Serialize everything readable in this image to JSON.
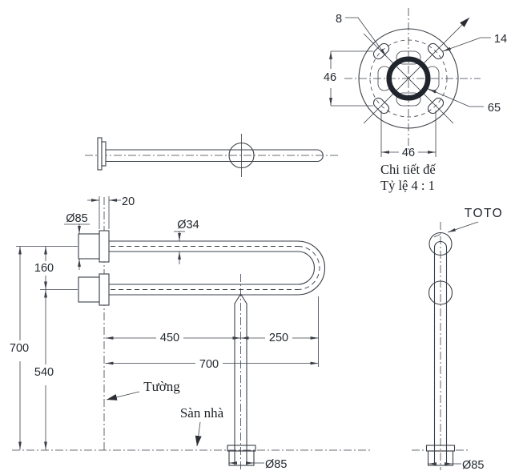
{
  "colors": {
    "line": "#3a3f47",
    "ring": "#20242c",
    "background": "#ffffff",
    "text": "#23272e"
  },
  "detail_view": {
    "caption_line1": "Chi tiết đế",
    "caption_line2": "Tỷ lệ 4 : 1",
    "dims": {
      "hole": "8",
      "slot": "14",
      "pitch_vertical": "46",
      "pitch_horizontal": "46",
      "ring_diameter": "65"
    }
  },
  "front_view": {
    "dims": {
      "plate_thickness": "20",
      "flange_diameter": "Ø85",
      "tube_diameter": "Ø34",
      "arm_gap": "160",
      "height_total": "700",
      "height_lower": "540",
      "span_wall_to_post": "450",
      "span_post_to_end": "250",
      "span_total": "700",
      "base_diameter": "Ø85"
    },
    "labels": {
      "wall": "Tường",
      "floor": "Sàn nhà"
    }
  },
  "side_view": {
    "brand": "TOTO",
    "dims": {
      "base_diameter": "Ø85"
    }
  }
}
